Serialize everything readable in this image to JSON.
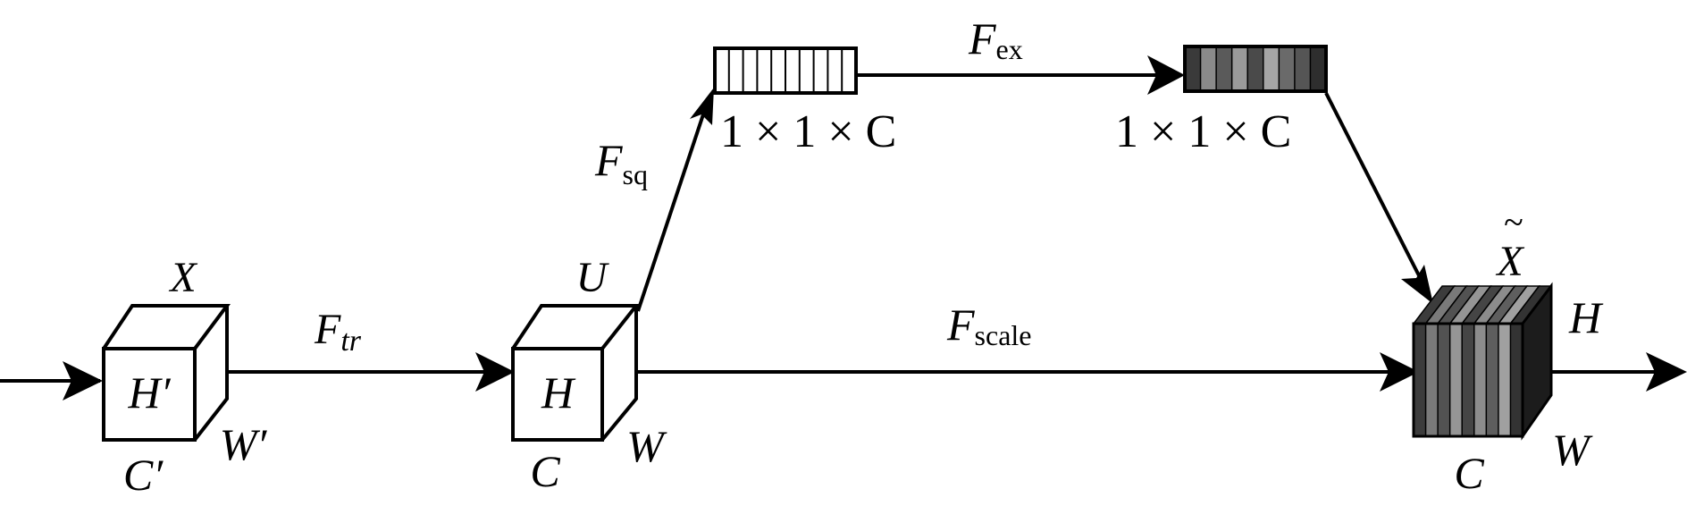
{
  "input_tensor": {
    "name": "X",
    "height": "H′",
    "width": "W′",
    "channels": "C′"
  },
  "transform": {
    "symbol": "F",
    "subscript": "tr"
  },
  "feature_map": {
    "name": "U",
    "height": "H",
    "width": "W",
    "channels": "C"
  },
  "squeeze": {
    "symbol": "F",
    "subscript": "sq",
    "output_shape": "1 × 1 × C"
  },
  "excitation": {
    "symbol": "F",
    "subscript": "ex",
    "output_shape": "1 × 1 × C"
  },
  "scale": {
    "symbol": "F",
    "subscript": "scale"
  },
  "output_tensor": {
    "name": "X",
    "accent": "~",
    "height": "H",
    "width": "W",
    "channels": "C"
  },
  "colors": {
    "line": "#000000",
    "excitation_stripes": [
      "#3a3a3a",
      "#8a8a8a",
      "#5a5a5a",
      "#9a9a9a",
      "#4a4a4a",
      "#a5a5a5",
      "#6a6a6a",
      "#555555",
      "#2e2e2e"
    ],
    "output_stripes": [
      "#3c3c3c",
      "#7a7a7a",
      "#525252",
      "#959595",
      "#454545",
      "#8c8c8c",
      "#5e5e5e",
      "#a0a0a0",
      "#333333"
    ]
  }
}
